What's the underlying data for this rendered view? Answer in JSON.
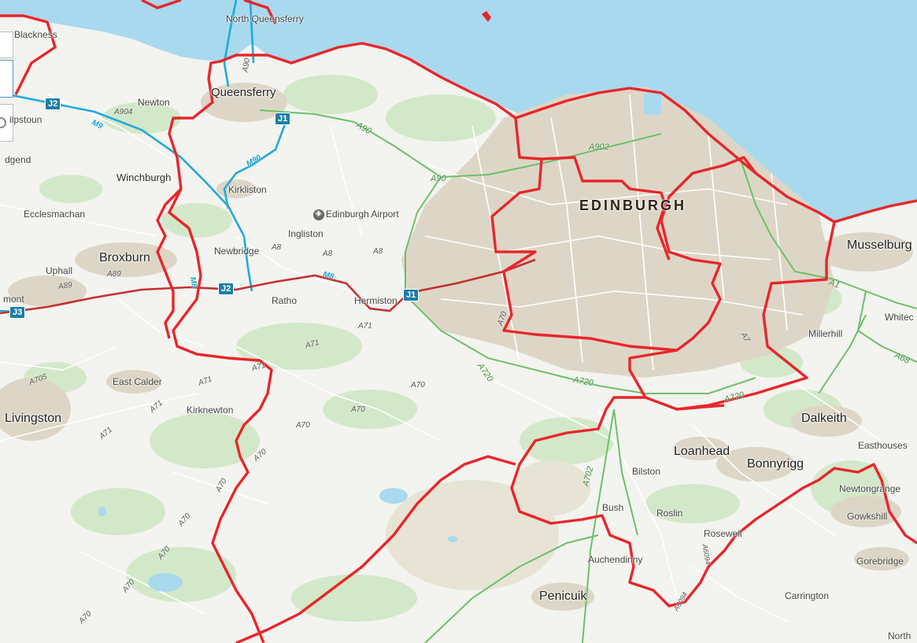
{
  "colors": {
    "sea": "#a8d9ee",
    "land": "#f3f3ef",
    "green": "#cfe6c6",
    "urban": "#ddd6c6",
    "boundary": "#e8262b",
    "a_road": "#6cc06a",
    "motorway": "#23a9da",
    "major_road": "#c43030"
  },
  "places": {
    "city": "EDINBURGH",
    "north_queensferry": "North Queensferry",
    "blackness": "Blackness",
    "queensferry": "Queensferry",
    "newton": "Newton",
    "philpstoun": "ilpstoun",
    "idgend": "dgend",
    "winchburgh": "Winchburgh",
    "kirkliston": "Kirkliston",
    "ecclesmachan": "Ecclesmachan",
    "edinburgh_airport": "Edinburgh Airport",
    "ingliston": "Ingliston",
    "broxburn": "Broxburn",
    "newbridge": "Newbridge",
    "uphall": "Uphall",
    "ratho": "Ratho",
    "hermiston": "Hermiston",
    "mont": "mont",
    "east_calder": "East Calder",
    "kirknewton": "Kirknewton",
    "livingston": "Livingston",
    "musselburgh": "Musselburg",
    "whitecraig": "Whitec",
    "millerhill": "Millerhill",
    "dalkeith": "Dalkeith",
    "easthouses": "Easthouses",
    "loanhead": "Loanhead",
    "bonnyrigg": "Bonnyrigg",
    "bilston": "Bilston",
    "newtongrange": "Newtongrange",
    "gowkshill": "Gowkshill",
    "bush": "Bush",
    "roslin": "Roslin",
    "rosewell": "Rosewell",
    "gorebridge": "Gorebridge",
    "auchendinny": "Auchendinny",
    "penicuik": "Penicuik",
    "carrington": "Carrington",
    "north": "North"
  },
  "roads": {
    "a904": "A904",
    "a90_north": "A90",
    "a90_mid": "A90",
    "a90_west": "A90",
    "a902": "A902",
    "m9": "M9",
    "m90": "M90",
    "m8": "M8",
    "m8_west": "M8",
    "a8_1": "A8",
    "a8_2": "A8",
    "a8_3": "A8",
    "a89": "A89",
    "a89b": "A89",
    "a71_1": "A71",
    "a71_2": "A71",
    "a71_3": "A71",
    "a71_4": "A71",
    "a71_5": "A71",
    "a71_6": "A71",
    "a70_1": "A70",
    "a70_2": "A70",
    "a70_3": "A70",
    "a70_4": "A70",
    "a70_5": "A70",
    "a70_6": "A70",
    "a70_7": "A70",
    "a70_8": "A70",
    "a70_9": "A70",
    "a705": "A705",
    "a720_1": "A720",
    "a720_2": "A720",
    "a702": "A702",
    "a1": "A1",
    "a68": "A68",
    "a7": "A7",
    "a6094": "A6094",
    "a6094b": "A6094",
    "a720_3": "A720"
  },
  "junctions": {
    "j2_m9": "J2",
    "j1_m90": "J1",
    "j2_m8": "J2",
    "j1_m8": "J1",
    "j3_m8": "J3"
  }
}
